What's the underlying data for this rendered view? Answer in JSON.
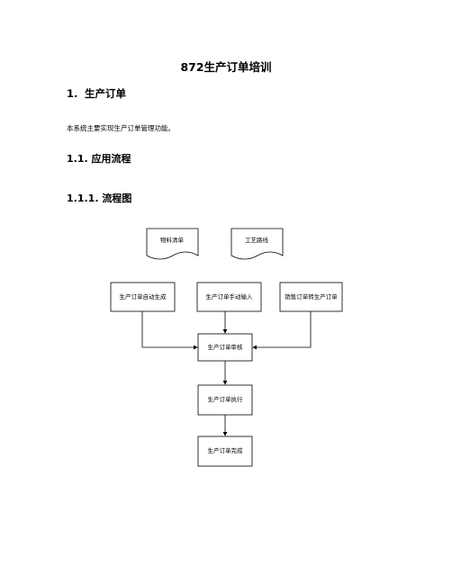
{
  "document": {
    "title": "872生产订单培训",
    "section1": {
      "number": "1.",
      "title": "生产订单"
    },
    "intro": "本系统主要实现生产订单管理功能。",
    "section1_1": "1.1. 应用流程",
    "section1_1_1": "1.1.1. 流程图"
  },
  "flowchart": {
    "doc_materials": "物料清单",
    "doc_routing": "工艺路线",
    "auto_generate": "生产订单自动生成",
    "manual_input": "生产订单手动输入",
    "sales_convert": "销售订单转生产订单",
    "review": "生产订单审核",
    "execute": "生产订单执行",
    "complete": "生产订单完成"
  }
}
